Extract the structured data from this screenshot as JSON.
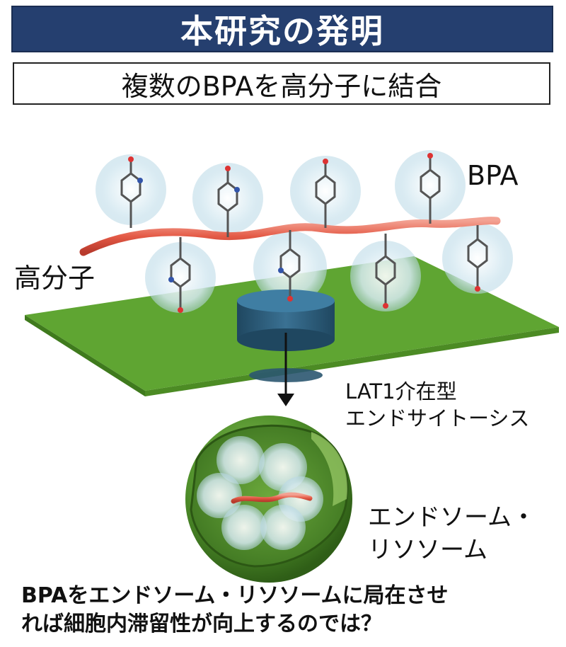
{
  "header": {
    "title": "本研究の発明"
  },
  "subtitle": {
    "text": "複数のBPAを高分子に結合"
  },
  "labels": {
    "bpa": "BPA",
    "polymer": "高分子",
    "transport_line1": "LAT1介在型",
    "transport_line2": "エンドサイトーシス",
    "compartment_line1": "エンドソーム・",
    "compartment_line2": "リソソーム"
  },
  "conclusion": {
    "line1": "BPAをエンドソーム・リソソームに局在させ",
    "line2": "れば細胞内滞留性が向上するのでは？"
  },
  "colors": {
    "banner": "#253f6f",
    "membrane": "#5a9a2e",
    "transporter": "#2f5f7a",
    "polymer_chain": "#e8705c",
    "sphere_halo": "#cfe6ef"
  }
}
